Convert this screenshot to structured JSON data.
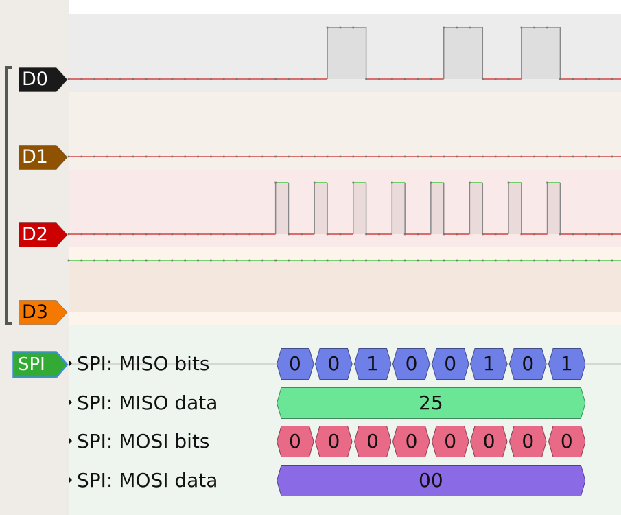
{
  "samples_visible": 42.7,
  "channels": [
    {
      "name": "D0",
      "color": "#1a1a1a",
      "text_color": "#ffffff",
      "initial": 0,
      "edges": [
        20,
        23,
        29,
        32,
        35,
        38
      ]
    },
    {
      "name": "D1",
      "color": "#8f5200",
      "text_color": "#ffffff",
      "initial": 0,
      "edges": []
    },
    {
      "name": "D2",
      "color": "#cc0000",
      "text_color": "#ffffff",
      "initial": 0,
      "edges": [
        16,
        17,
        19,
        20,
        22,
        23,
        25,
        26,
        28,
        29,
        31,
        32,
        34,
        35,
        37,
        38
      ]
    },
    {
      "name": "D3",
      "color": "#f57900",
      "text_color": "#000000",
      "initial": 1,
      "edges": []
    }
  ],
  "decoder": {
    "name": "SPI",
    "color": "#33aa33",
    "rows": [
      {
        "label": "SPI: MISO bits",
        "color": "#6f7fe8",
        "start": 16,
        "width": 3,
        "values": [
          "0",
          "0",
          "1",
          "0",
          "0",
          "1",
          "0",
          "1"
        ]
      },
      {
        "label": "SPI: MISO data",
        "color": "#6be596",
        "start": 16,
        "width": 24,
        "values": [
          "25"
        ]
      },
      {
        "label": "SPI: MOSI bits",
        "color": "#e86a87",
        "start": 16,
        "width": 3,
        "values": [
          "0",
          "0",
          "0",
          "0",
          "0",
          "0",
          "0",
          "0"
        ]
      },
      {
        "label": "SPI: MOSI data",
        "color": "#8b6be5",
        "start": 16,
        "width": 24,
        "values": [
          "00"
        ]
      }
    ]
  }
}
